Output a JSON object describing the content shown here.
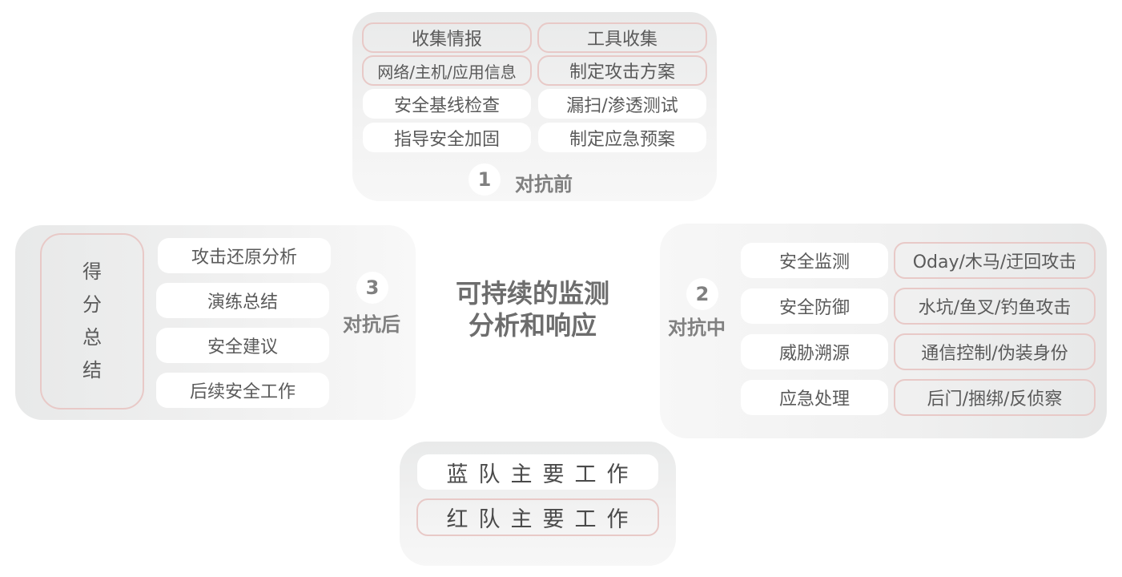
{
  "center": {
    "line1": "可持续的监测",
    "line2": "分析和响应"
  },
  "stage1": {
    "number": "1",
    "label": "对抗前",
    "red_items": [
      "收集情报",
      "工具收集",
      "网络/主机/应用信息",
      "制定攻击方案"
    ],
    "blue_items": [
      "安全基线检查",
      "漏扫/渗透测试",
      "指导安全加固",
      "制定应急预案"
    ]
  },
  "stage2": {
    "number": "2",
    "label": "对抗中",
    "blue_items": [
      "安全监测",
      "安全防御",
      "威胁溯源",
      "应急处理"
    ],
    "red_items": [
      "Oday/木马/迂回攻击",
      "水坑/鱼叉/钓鱼攻击",
      "通信控制/伪装身份",
      "后门/捆绑/反侦察"
    ]
  },
  "stage3": {
    "number": "3",
    "label": "对抗后",
    "score_chars": [
      "得",
      "分",
      "总",
      "结"
    ],
    "blue_items": [
      "攻击还原分析",
      "演练总结",
      "安全建议",
      "后续安全工作"
    ]
  },
  "legend": {
    "blue": "蓝队主要工作",
    "red": "红队主要工作"
  },
  "colors": {
    "red_border": "#e8c9c7",
    "panel_bg": "#efefef",
    "text": "#5a5a5a",
    "label": "#808080"
  }
}
